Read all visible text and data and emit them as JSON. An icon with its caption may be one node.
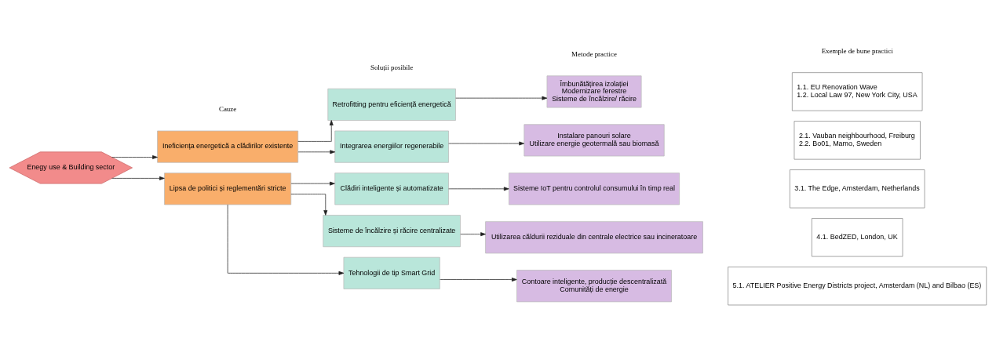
{
  "diagram": {
    "nodes": [
      {
        "text": [
          "Enegy use & Building sector"
        ]
      },
      {
        "text": [
          "Ineficiența energetică a clădirilor existente"
        ]
      },
      {
        "text": [
          "Lipsa de politici și reglementări stricte"
        ]
      },
      {
        "text": [
          "Retrofitting pentru eficiență energetică"
        ]
      },
      {
        "text": [
          "Integrarea energiilor regenerabile"
        ]
      },
      {
        "text": [
          "Clădiri inteligente și automatizate"
        ]
      },
      {
        "text": [
          "Sisteme de încălzire și răcire centralizate"
        ]
      },
      {
        "text": [
          "Tehnologii de tip Smart Grid"
        ]
      },
      {
        "text": [
          "Îmbunătățirea izolației",
          "Modernizare ferestre",
          "Sisteme de încălzire/ răcire"
        ]
      },
      {
        "text": [
          "Instalare panouri solare",
          "Utilizare energie geotermală sau biomasă"
        ]
      },
      {
        "text": [
          "Sisteme IoT pentru controlul consumului în timp real"
        ]
      },
      {
        "text": [
          "Utilizarea căldurii reziduale din centrale electrice sau incineratoare"
        ]
      },
      {
        "text": [
          "Contoare inteligente, producție descentralizată",
          "Comunități de energie"
        ]
      },
      {
        "text": [
          "1.1. EU Renovation Wave",
          "1.2. Local Law 97, New York City, USA"
        ]
      },
      {
        "text": [
          "2.1. Vauban neighbourhood, Freiburg",
          "2.2. Bo01, Mamo, Sweden"
        ]
      },
      {
        "text": [
          "3.1. The Edge, Amsterdam, Netherlands"
        ]
      },
      {
        "text": [
          "4.1. BedZED, London, UK"
        ]
      },
      {
        "text": [
          "5.1. ATELIER Positive Energy Districts project, Amsterdam (NL) and Bilbao (ES)"
        ]
      }
    ],
    "edges": [
      {
        "from": 0,
        "to": 1,
        "arrow": "to"
      },
      {
        "from": 0,
        "to": 2,
        "arrow": "to"
      },
      {
        "from": 1,
        "to": 3,
        "arrow": "to"
      },
      {
        "from": 1,
        "to": 4,
        "arrow": "to"
      },
      {
        "from": 2,
        "to": 5,
        "arrow": "to"
      },
      {
        "from": 2,
        "to": 6,
        "arrow": "to"
      },
      {
        "from": 2,
        "to": 7,
        "arrow": "to"
      },
      {
        "from": 3,
        "to": 8,
        "arrow": "to"
      },
      {
        "from": 4,
        "to": 9,
        "arrow": "to"
      },
      {
        "from": 5,
        "to": 10,
        "arrow": "to"
      },
      {
        "from": 6,
        "to": 11,
        "arrow": "to"
      },
      {
        "from": 7,
        "to": 12,
        "arrow": "to"
      }
    ],
    "labels": [
      "Cauze",
      "Soluții posibile",
      "Metode practice",
      "Exemple de bune practici"
    ]
  }
}
